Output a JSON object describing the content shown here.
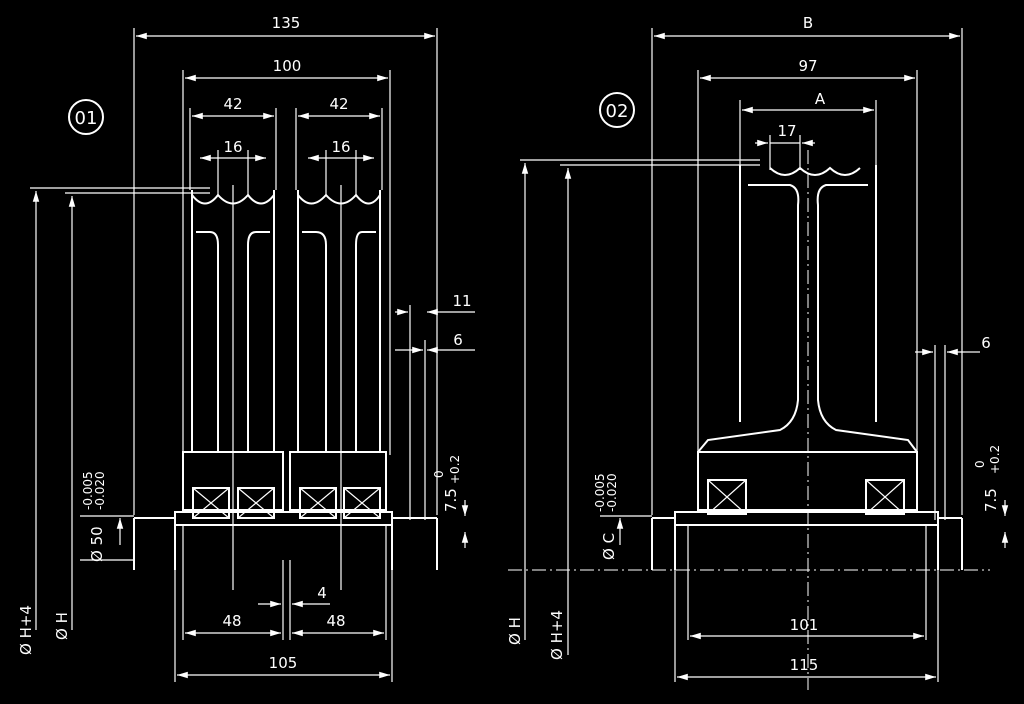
{
  "drawing_01": {
    "badge": "01",
    "dims": {
      "overall": "135",
      "inner": "100",
      "ring_left": "42",
      "ring_right": "42",
      "groove_left": "16",
      "groove_right": "16",
      "offset_11": "11",
      "offset_6": "6",
      "gap": "4",
      "hub_left": "48",
      "hub_right": "48",
      "hub_total": "105"
    },
    "tolerance_7_5": {
      "value": "7.5",
      "upper": "+0.2",
      "lower": "0"
    },
    "shaft": {
      "label": "Ø 50",
      "upper": "-0.005",
      "lower": "-0.020"
    },
    "dia_h4": "Ø H+4",
    "dia_h": "Ø H"
  },
  "drawing_02": {
    "badge": "02",
    "dims": {
      "overall": "B",
      "inner": "97",
      "ring": "A",
      "groove": "17",
      "offset_6": "6",
      "hub_inner": "101",
      "hub_total": "115"
    },
    "tolerance_7_5": {
      "value": "7.5",
      "upper": "+0.2",
      "lower": "0"
    },
    "shaft": {
      "label": "Ø C",
      "upper": "-0.005",
      "lower": "-0.020"
    },
    "dia_h": "Ø H",
    "dia_h4": "Ø H+4"
  }
}
